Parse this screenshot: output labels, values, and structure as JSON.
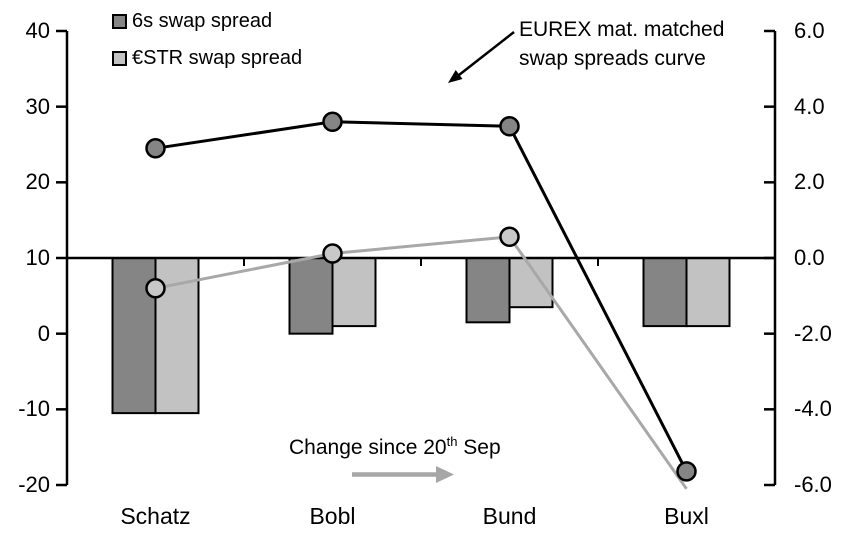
{
  "chart_data": {
    "type": "combo",
    "subtype": "bars-on-right-axis, lines-with-markers-on-left-axis",
    "categories": [
      "Schatz",
      "Bobl",
      "Bund",
      "Buxl"
    ],
    "left_axis": {
      "ticks": [
        "40",
        "30",
        "20",
        "10",
        "0",
        "-10",
        "-20"
      ],
      "min": -20,
      "max": 40,
      "zero_of_right_axis_at": 10
    },
    "right_axis": {
      "ticks": [
        "6.0",
        "4.0",
        "2.0",
        "0.0",
        "-2.0",
        "-4.0",
        "-6.0"
      ],
      "min": -6.0,
      "max": 6.0
    },
    "grid": "off",
    "bar_series": [
      {
        "name": "6s swap spread",
        "axis": "right",
        "fill": "#858585",
        "border": "#000000",
        "values": [
          -4.1,
          -2.0,
          -1.7,
          -1.8
        ]
      },
      {
        "name": "€STR swap spread",
        "axis": "right",
        "fill": "#c2c2c2",
        "border": "#000000",
        "values": [
          -4.1,
          -1.8,
          -1.3,
          -1.8
        ]
      }
    ],
    "line_series": [
      {
        "name": "6s swap spread curve",
        "axis": "left",
        "line_color": "#000000",
        "marker_fill": "#858585",
        "marker_border": "#000000",
        "values": [
          24.5,
          28.0,
          27.4,
          -18.2
        ],
        "markers": [
          true,
          true,
          true,
          true
        ]
      },
      {
        "name": "€STR swap spread curve",
        "axis": "left",
        "line_color": "#a8a8a8",
        "marker_fill": "#c8c8c8",
        "marker_border": "#000000",
        "values": [
          6.0,
          10.6,
          12.8,
          -20.5
        ],
        "markers": [
          true,
          true,
          true,
          false
        ]
      }
    ],
    "legend": {
      "position": "top-left",
      "items": [
        {
          "label": "6s swap spread",
          "color": "#858585"
        },
        {
          "label": "€STR swap spread",
          "color": "#c2c2c2"
        }
      ]
    },
    "annotations": {
      "curve_note": {
        "line1": "EUREX mat. matched",
        "line2": "swap spreads curve",
        "arrow_color": "#000000"
      },
      "change_note": {
        "pre": "Change since 20",
        "sup": "th",
        "post": " Sep",
        "arrow_color": "#a6a6a6"
      }
    },
    "colors": {
      "background": "#ffffff",
      "axis": "#000000",
      "dark_series": "#858585",
      "light_series": "#c2c2c2",
      "light_line": "#a8a8a8"
    }
  }
}
